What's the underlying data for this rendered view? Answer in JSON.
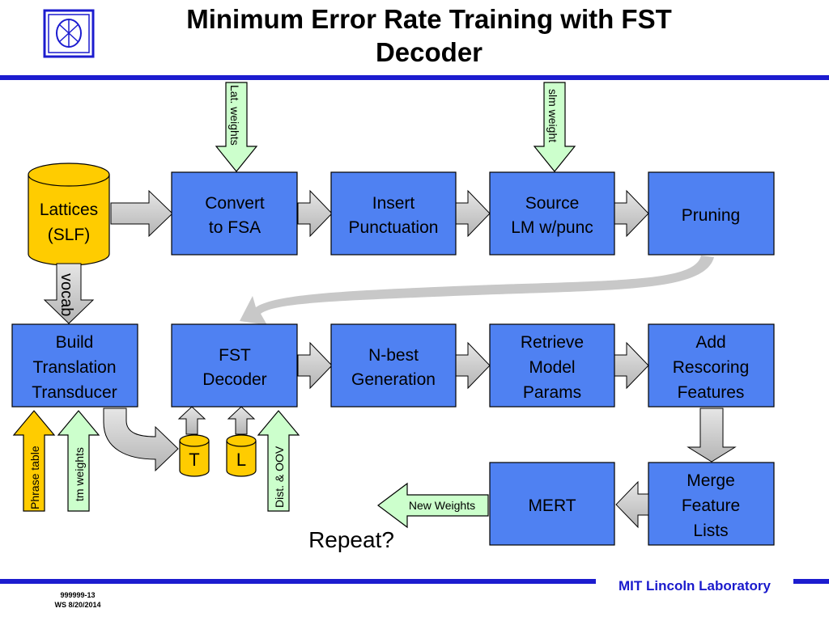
{
  "title_line1": "Minimum Error Rate Training with FST",
  "title_line2": "Decoder",
  "colors": {
    "box": "#4f81f2",
    "rule": "#1c1ccf",
    "green": "#ccffcc",
    "yellow": "#ffcc00",
    "gray": "#c8c8c8"
  },
  "boxes": {
    "convert": [
      "Convert",
      "to FSA"
    ],
    "insert": [
      "Insert",
      "Punctuation"
    ],
    "source": [
      "Source",
      "LM w/punc"
    ],
    "pruning": [
      "Pruning"
    ],
    "build": [
      "Build",
      "Translation",
      "Transducer"
    ],
    "fst": [
      "FST",
      "Decoder"
    ],
    "nbest": [
      "N-best",
      "Generation"
    ],
    "retrieve": [
      "Retrieve",
      "Model",
      "Params"
    ],
    "add": [
      "Add",
      "Rescoring",
      "Features"
    ],
    "mert": [
      "MERT"
    ],
    "merge": [
      "Merge",
      "Feature",
      "Lists"
    ]
  },
  "cylinders": {
    "lattices": [
      "Lattices",
      "(SLF)"
    ],
    "t": "T",
    "l": "L"
  },
  "arrow_labels": {
    "lat_weights": "Lat. weights",
    "slm_weight": "slm weight",
    "vocab": "vocab",
    "phrase_table": "Phrase table",
    "tm_weights": "tm weights",
    "dist_oov": "Dist. & OOV",
    "new_weights": "New Weights"
  },
  "repeat": "Repeat?",
  "footer": {
    "lab": "MIT Lincoln Laboratory",
    "code": "999999-13",
    "date": "WS 8/20/2014"
  }
}
